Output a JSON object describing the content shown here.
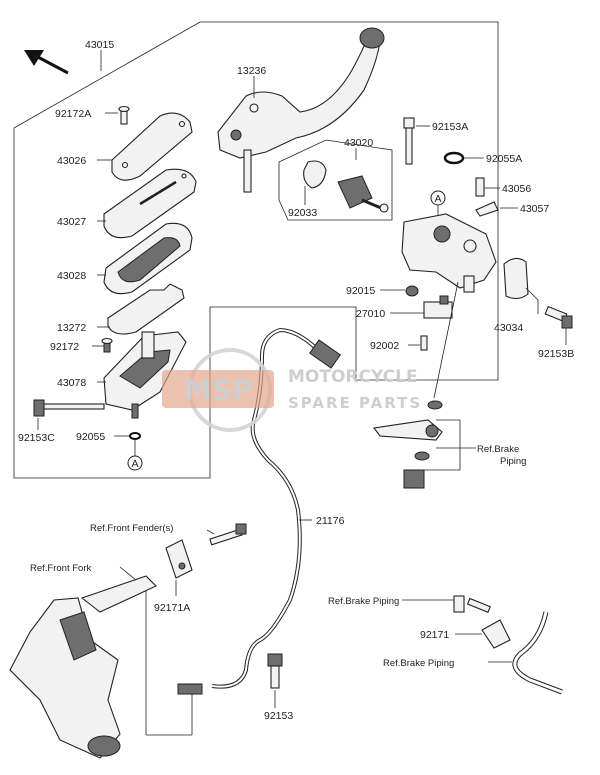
{
  "watermark": {
    "brand": "MSP",
    "line1": "MOTORCYCLE",
    "line2": "SPARE PARTS"
  },
  "labels": {
    "p43015": "43015",
    "p13236": "13236",
    "p92172A": "92172A",
    "p43026": "43026",
    "p43020": "43020",
    "p92153A": "92153A",
    "p92055A": "92055A",
    "p43056": "43056",
    "p43057": "43057",
    "p92033": "92033",
    "p43027": "43027",
    "p43028": "43028",
    "p92015": "92015",
    "p27010": "27010",
    "p43034": "43034",
    "p13272": "13272",
    "p92172": "92172",
    "p92002": "92002",
    "p92153B": "92153B",
    "p43078": "43078",
    "p92153C": "92153C",
    "p92055": "92055",
    "p21176": "21176",
    "p92171A": "92171A",
    "p92171": "92171",
    "p92153": "92153",
    "circleA": "A"
  },
  "refs": {
    "brake_piping_1": "Ref.Brake",
    "brake_piping_1b": "Piping",
    "front_fender": "Ref.Front Fender(s)",
    "front_fork": "Ref.Front Fork",
    "brake_piping_2": "Ref.Brake Piping",
    "brake_piping_3": "Ref.Brake Piping"
  }
}
